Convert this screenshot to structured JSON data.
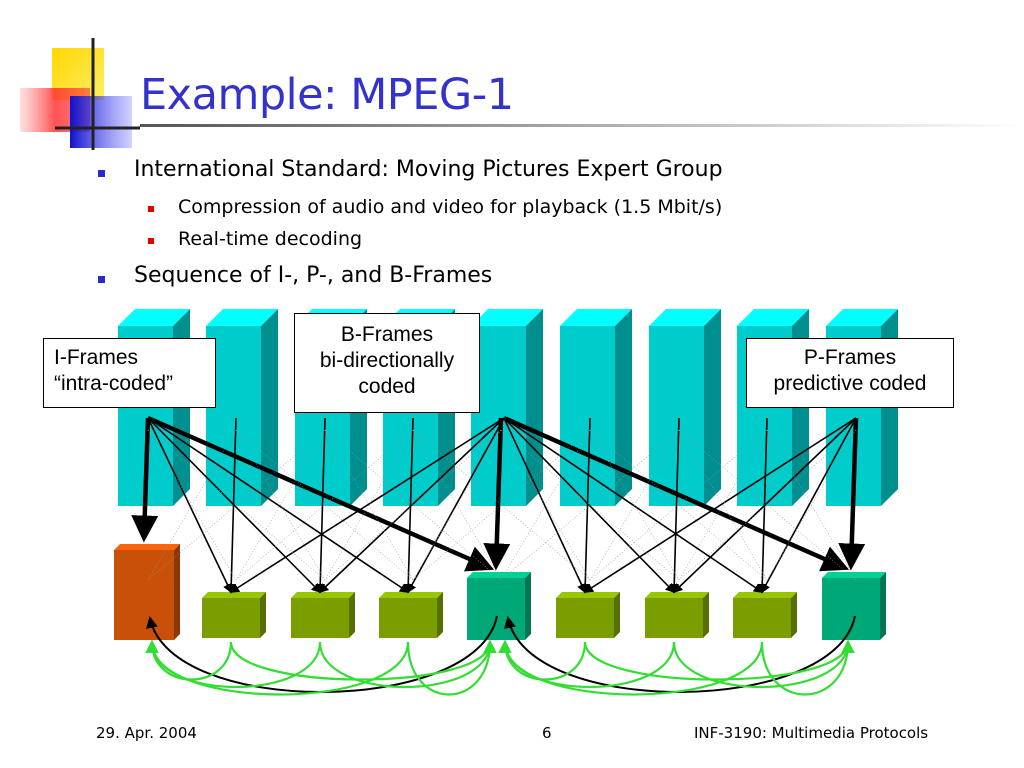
{
  "slide": {
    "title": "Example: MPEG-1",
    "bullets": [
      {
        "text": "International Standard: Moving Pictures Expert Group",
        "sub": [
          "Compression of audio and video for playback (1.5 Mbit/s)",
          "Real-time decoding"
        ]
      },
      {
        "text": "Sequence of I-, P-, and B-Frames",
        "sub": []
      }
    ]
  },
  "diagram": {
    "callouts": {
      "i_frames": {
        "line1": "I-Frames",
        "line2": "“intra-coded”"
      },
      "b_frames": {
        "line1": "B-Frames",
        "line2": "bi-directionally",
        "line3": "coded"
      },
      "p_frames": {
        "line1": "P-Frames",
        "line2": "predictive coded"
      }
    },
    "frame_sequence": [
      "I",
      "B",
      "B",
      "B",
      "P",
      "B",
      "B",
      "B",
      "P"
    ],
    "colors": {
      "source_frame": "#00cccc",
      "i_frame": "#c85008",
      "b_frame": "#7a9e00",
      "p_frame": "#00a878",
      "forward_arrow": "#000000",
      "backward_arrow": "#33dd33"
    }
  },
  "footer": {
    "date": "29. Apr. 2004",
    "page": "6",
    "course": "INF-3190: Multimedia Protocols"
  }
}
